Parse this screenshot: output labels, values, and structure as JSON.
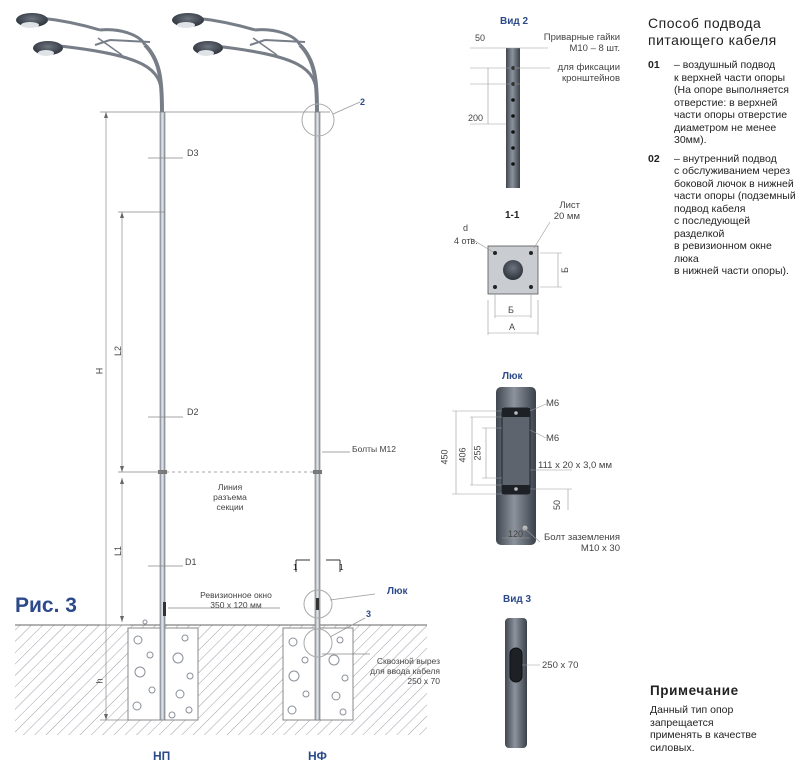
{
  "figure_label": "Рис. 3",
  "pole_labels": {
    "left": "НП",
    "right": "НФ"
  },
  "dims": {
    "D3": "D3",
    "D2": "D2",
    "D1": "D1",
    "H": "H",
    "L2": "L2",
    "L1": "L1",
    "h": "h"
  },
  "callouts": {
    "bolts": "Болты М12",
    "split_line_1": "Линия разъема",
    "split_line_2": "секции",
    "window_1": "Ревизионное окно",
    "window_2": "350 х 120 мм",
    "cut_1": "Сквозной вырез",
    "cut_2": "для ввода кабеля",
    "cut_3": "250 х 70",
    "luk": "Люк",
    "n2": "2",
    "n3": "3",
    "sec1": "1"
  },
  "view2": {
    "title": "Вид 2",
    "nuts_1": "Приварные гайки",
    "nuts_2": "М10 – 8 шт.",
    "fix_1": "для фиксации",
    "fix_2": "кронштейнов",
    "d50": "50",
    "d200": "200"
  },
  "section11": {
    "title": "1-1",
    "sheet_1": "Лист",
    "sheet_2": "20 мм",
    "d": "d",
    "holes": "4 отв.",
    "B": "Б",
    "A": "А",
    "B2": "Б"
  },
  "hatch_view": {
    "title": "Люк",
    "m6a": "М6",
    "m6b": "М6",
    "d450": "450",
    "d406": "406",
    "d255": "255",
    "profile": "111 х 20 х 3,0 мм",
    "d50": "50",
    "d120": "120",
    "ground_1": "Болт заземления",
    "ground_2": "М10 х 30"
  },
  "view3": {
    "title": "Вид 3",
    "cut": "250 x 70"
  },
  "side": {
    "heading_1": "Способ подвода",
    "heading_2": "питающего кабеля",
    "item1_num": "01",
    "item1_l1": "– воздушный подвод",
    "item1_l2": "к верхней части опоры",
    "item1_l3": "(На опоре выполняется",
    "item1_l4": "отверстие: в верхней",
    "item1_l5": "части опоры отверстие",
    "item1_l6": "диаметром не менее",
    "item1_l7": "30мм).",
    "item2_num": "02",
    "item2_l1": "– внутренний подвод",
    "item2_l2": "с обслуживанием через",
    "item2_l3": "боковой лючок в нижней",
    "item2_l4": "части опоры (подземный",
    "item2_l5": "подвод кабеля",
    "item2_l6": "с последующей разделкой",
    "item2_l7": "в ревизионном окне люка",
    "item2_l8": "в нижней части опоры).",
    "note_heading": "Примечание",
    "note_l1": "Данный тип опор запрещается",
    "note_l2": "применять в качестве силовых."
  }
}
